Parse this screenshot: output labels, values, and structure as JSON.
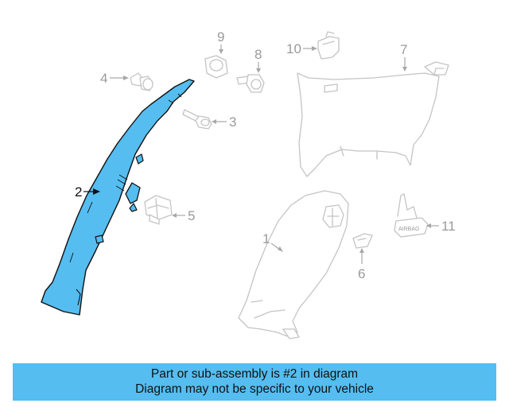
{
  "callouts": {
    "c1": "1",
    "c2": "2",
    "c3": "3",
    "c4": "4",
    "c5": "5",
    "c6": "6",
    "c7": "7",
    "c8": "8",
    "c9": "9",
    "c10": "10",
    "c11": "11"
  },
  "airbag_tag": "AIRBAG",
  "highlight_color": "#55bdf0",
  "caption": {
    "line1": "Part or sub-assembly is #2 in diagram",
    "line2": "Diagram may not be specific to your vehicle"
  }
}
